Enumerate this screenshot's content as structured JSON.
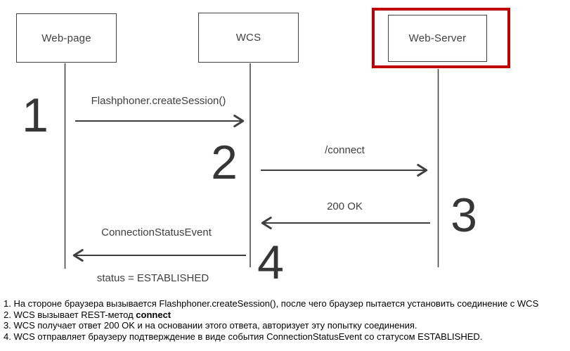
{
  "colors": {
    "ink": "#3f3f3f",
    "highlight_red": "#c00000",
    "note_text": "#000000"
  },
  "diagram": {
    "actors": [
      {
        "label": "Web-page",
        "highlighted": false
      },
      {
        "label": "WCS",
        "highlighted": false
      },
      {
        "label": "Web-Server",
        "highlighted": true
      }
    ],
    "messages": [
      {
        "step": "1",
        "label": "Flashphoner.createSession()",
        "from": "Web-page",
        "to": "WCS",
        "direction": "right"
      },
      {
        "step": "2",
        "label": "/connect",
        "from": "WCS",
        "to": "Web-Server",
        "direction": "right"
      },
      {
        "step": "3",
        "label": "200 OK",
        "from": "Web-Server",
        "to": "WCS",
        "direction": "left"
      },
      {
        "step": "4",
        "label": "ConnectionStatusEvent",
        "sublabel": "status = ESTABLISHED",
        "from": "WCS",
        "to": "Web-page",
        "direction": "left"
      }
    ]
  },
  "notes": [
    {
      "text": "1. На стороне браузера вызывается Flashphoner.createSession(), после чего браузер пытается установить соединение с WCS",
      "bold": ""
    },
    {
      "text": "2. WCS вызывает REST-метод ",
      "bold": "connect"
    },
    {
      "text": "3. WCS получает ответ 200 OK и на основании этого ответа, авторизует эту попытку соединения.",
      "bold": ""
    },
    {
      "text": "4. WCS отправляет браузеру подтверждение в виде события ConnectionStatusEvent со статусом ESTABLISHED.",
      "bold": ""
    }
  ]
}
